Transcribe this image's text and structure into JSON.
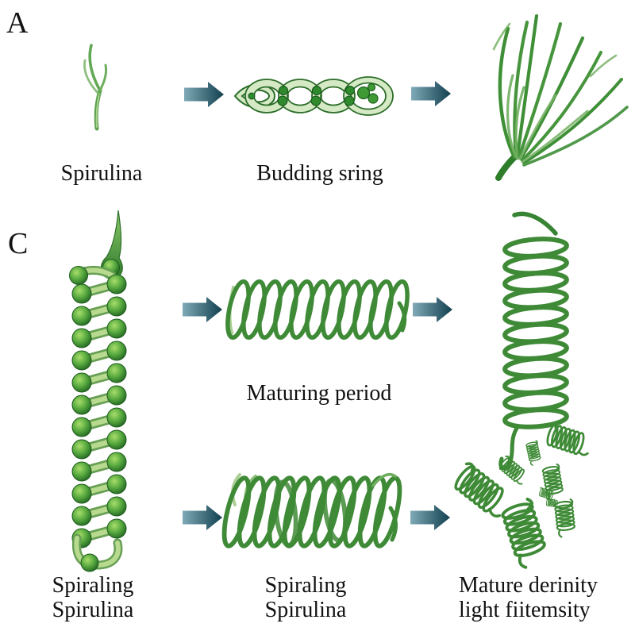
{
  "figure": {
    "background": "#ffffff",
    "text_color": "#111111",
    "colors": {
      "arrow_gradient_start": "#7fa9b6",
      "arrow_gradient_end": "#12404f",
      "algae_green": "#3e8a36",
      "algae_dark_green": "#2c6e2a",
      "algae_light_green": "#a9cf8c",
      "link_fill": "#d6e9c5",
      "bead_highlight": "#a8dd6b",
      "bead_rim": "#1d5f1f"
    },
    "icons": [
      "right-arrow-icon",
      "right-arrow-icon",
      "right-arrow-icon",
      "right-arrow-icon",
      "right-arrow-icon",
      "right-arrow-icon"
    ]
  },
  "panel_a": {
    "label": "A",
    "stage1_caption": "Spirulina",
    "stage2_caption": "Budding sring"
  },
  "panel_c": {
    "label": "C",
    "left_caption_line1": "Spiraling",
    "left_caption_line2": "Spirulina",
    "middle_caption": "Maturing period",
    "middle_bottom_caption_line1": "Spiraling",
    "middle_bottom_caption_line2": "Spirulina",
    "right_caption_line1": "Mature derinity",
    "right_caption_line2": "light fiitemsity"
  }
}
